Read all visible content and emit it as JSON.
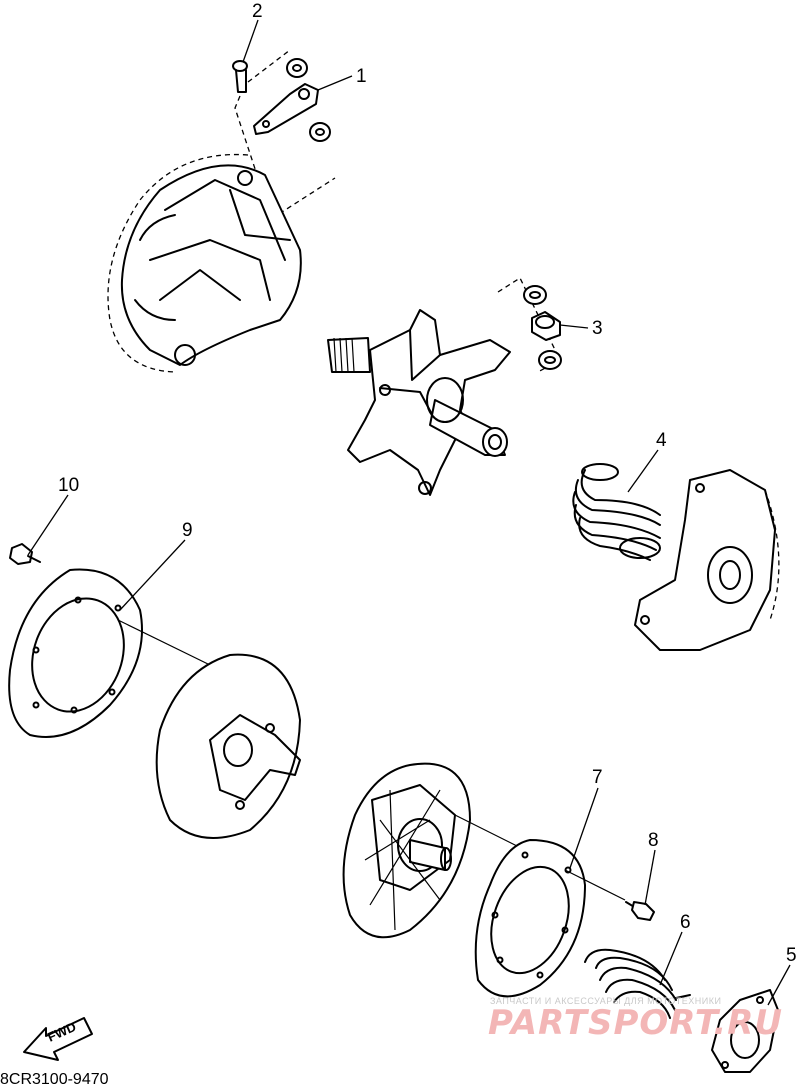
{
  "diagram": {
    "callouts": [
      "1",
      "2",
      "3",
      "4",
      "5",
      "6",
      "7",
      "8",
      "9",
      "10"
    ],
    "diagram_code": "8CR3100-9470",
    "fwd_label": "FWD",
    "watermark": {
      "top_line": "ЗАПЧАСТИ И АКСЕССУАРЫ ДЛЯ МОТОТЕХНИКИ",
      "brand": "PARTSPORT.RU"
    }
  }
}
